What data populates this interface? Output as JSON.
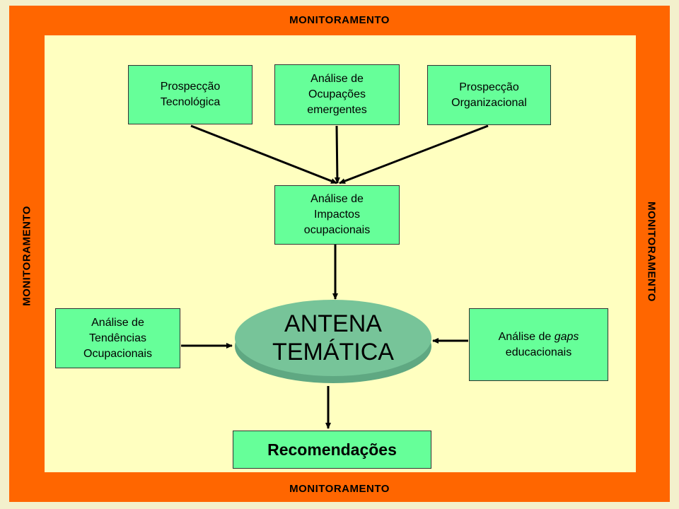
{
  "monitoring": {
    "top": "MONITORAMENTO",
    "bottom": "MONITORAMENTO",
    "left": "MONITORAMENTO",
    "right": "MONITORAMENTO"
  },
  "boxes": {
    "prospeccao_tecnologica": "Prospecção\nTecnológica",
    "analise_ocupacoes": "Análise de\nOcupações\n emergentes",
    "prospeccao_organizacional": "Prospecção\nOrganizacional",
    "analise_impactos": "Análise de\nImpactos\n ocupacionais",
    "analise_tendencias": "Análise de\nTendências\nOcupacionais",
    "gaps_prefix": "Análise de ",
    "gaps_italic": "gaps",
    "gaps_suffix": "educacionais",
    "recomendacoes": "Recomendações"
  },
  "antena": {
    "label": "ANTENA\nTEMÁTICA"
  },
  "colors": {
    "frame": "#ff6600",
    "inner": "#ffffc0",
    "box": "#66ff99",
    "ellipse_top": "#77c499",
    "ellipse_rim": "#5fa882"
  }
}
